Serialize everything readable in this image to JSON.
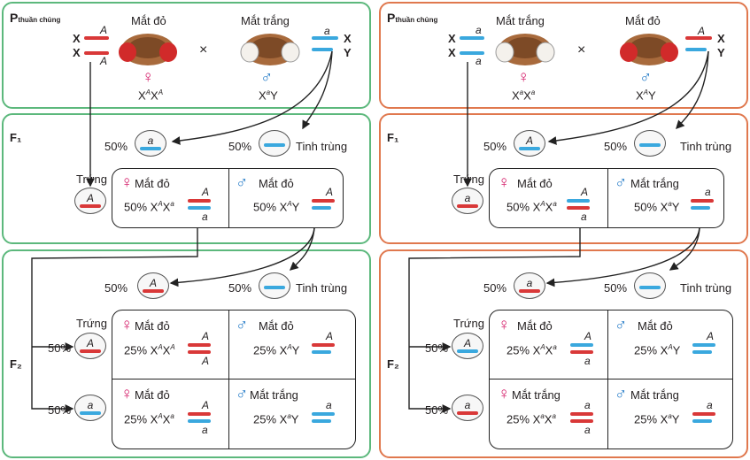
{
  "panel_left": {
    "p_label": "P",
    "p_sub": "thuần chủng",
    "female_pheno": "Mắt đỏ",
    "male_pheno": "Mắt trắng",
    "cross": "×",
    "female_geno": "XAXA",
    "male_geno": "XaY",
    "chrom_left": [
      "X",
      "X"
    ],
    "chrom_right": [
      "X",
      "Y"
    ],
    "f1_label": "F₁",
    "f1_sperm_pct1": "50%",
    "f1_sperm_pct2": "50%",
    "sperm_label": "Tinh trùng",
    "egg_label": "Trứng",
    "f1_female_pheno": "Mắt đỏ",
    "f1_female_geno": "50% XAXa",
    "f1_male_pheno": "Mắt đỏ",
    "f1_male_geno": "50% XAY",
    "f2_label": "F₂",
    "f2_sperm_pct1": "50%",
    "f2_sperm_pct2": "50%",
    "f2_egg_pct1": "50%",
    "f2_egg_pct2": "50%",
    "f2_tl_pheno": "Mắt đỏ",
    "f2_tl_geno": "25% XAXA",
    "f2_tr_pheno": "Mắt đỏ",
    "f2_tr_geno": "25% XAY",
    "f2_bl_pheno": "Mắt đỏ",
    "f2_bl_geno": "25% XAXa",
    "f2_br_pheno": "Mắt trắng",
    "f2_br_geno": "25% XaY"
  },
  "panel_right": {
    "p_label": "P",
    "p_sub": "thuần chủng",
    "female_pheno": "Mắt trắng",
    "male_pheno": "Mắt đỏ",
    "cross": "×",
    "female_geno": "XaXa",
    "male_geno": "XAY",
    "chrom_left": [
      "X",
      "X"
    ],
    "chrom_right": [
      "X",
      "Y"
    ],
    "f1_label": "F₁",
    "f1_sperm_pct1": "50%",
    "f1_sperm_pct2": "50%",
    "sperm_label": "Tinh trùng",
    "egg_label": "Trứng",
    "f1_female_pheno": "Mắt đỏ",
    "f1_female_geno": "50% XAXa",
    "f1_male_pheno": "Mắt trắng",
    "f1_male_geno": "50% XaY",
    "f2_label": "F₂",
    "f2_sperm_pct1": "50%",
    "f2_sperm_pct2": "50%",
    "f2_egg_pct1": "50%",
    "f2_egg_pct2": "50%",
    "f2_tl_pheno": "Mắt đỏ",
    "f2_tl_geno": "25% XAXa",
    "f2_tr_pheno": "Mắt đỏ",
    "f2_tr_geno": "25% XAY",
    "f2_bl_pheno": "Mắt trắng",
    "f2_bl_geno": "25% XaXa",
    "f2_br_pheno": "Mắt trắng",
    "f2_br_geno": "25% XaY"
  },
  "alleles": {
    "dominant": "A",
    "recessive": "a"
  },
  "colors": {
    "green": "#5cb87c",
    "orange": "#e0784e",
    "red_chrom": "#d93838",
    "blue_chrom": "#3aa8de",
    "female": "#d6246e",
    "male": "#2a7fc9"
  },
  "symbols": {
    "female": "♀",
    "male": "♂"
  }
}
